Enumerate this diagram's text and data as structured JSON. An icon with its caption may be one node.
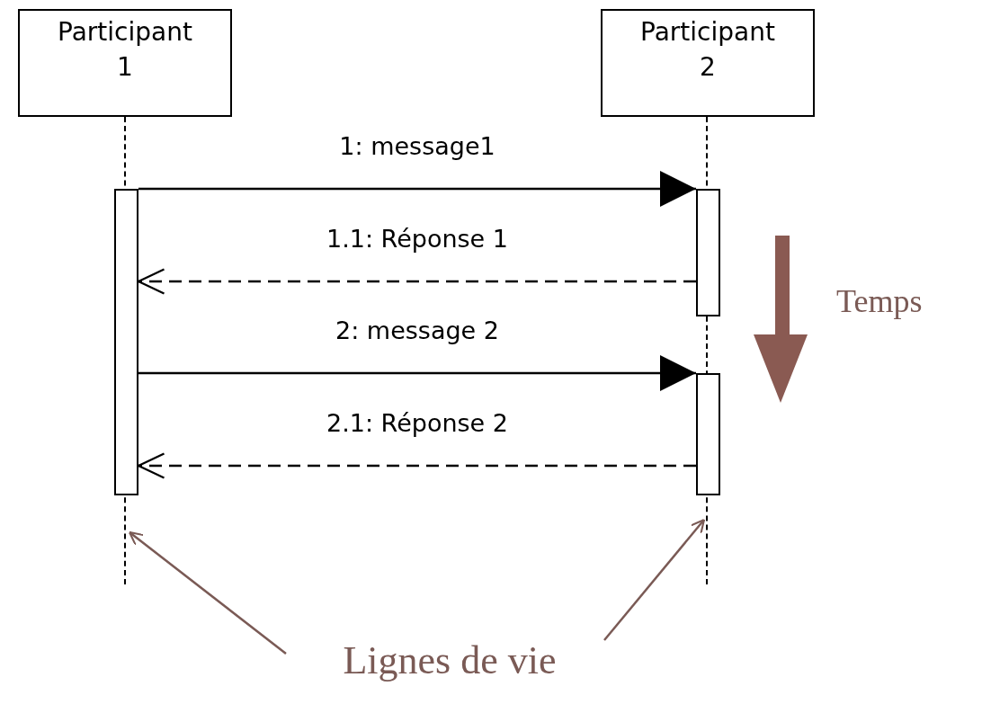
{
  "diagram": {
    "nodes": [
      {
        "text": [
          "Participant 1"
        ]
      },
      {
        "text": [
          "Participant 2"
        ]
      },
      {
        "text": [],
        "shape": "line"
      },
      {
        "text": [],
        "shape": "line"
      },
      {
        "text": [],
        "shape": "bar"
      },
      {
        "text": [],
        "shape": "bar"
      },
      {
        "text": [],
        "shape": "bar"
      },
      {
        "text": [
          "Lignes de vie"
        ]
      }
    ],
    "edges": [
      {
        "from": 4,
        "to": 5,
        "arrow": "to",
        "label": "1: message1"
      },
      {
        "from": 5,
        "to": 4,
        "arrow": "to",
        "label": "1.1: Réponse 1",
        "style": "dashed"
      },
      {
        "from": 4,
        "to": 6,
        "arrow": "to",
        "label": "2: message 2"
      },
      {
        "from": 6,
        "to": 4,
        "arrow": "to",
        "label": "2.1: Réponse 2",
        "style": "dashed"
      },
      {
        "from": 7,
        "to": 2,
        "arrow": "to",
        "color": "#7a5a55"
      },
      {
        "from": 7,
        "to": 3,
        "arrow": "to",
        "color": "#7a5a55"
      }
    ],
    "labels": [
      "Temps"
    ]
  }
}
